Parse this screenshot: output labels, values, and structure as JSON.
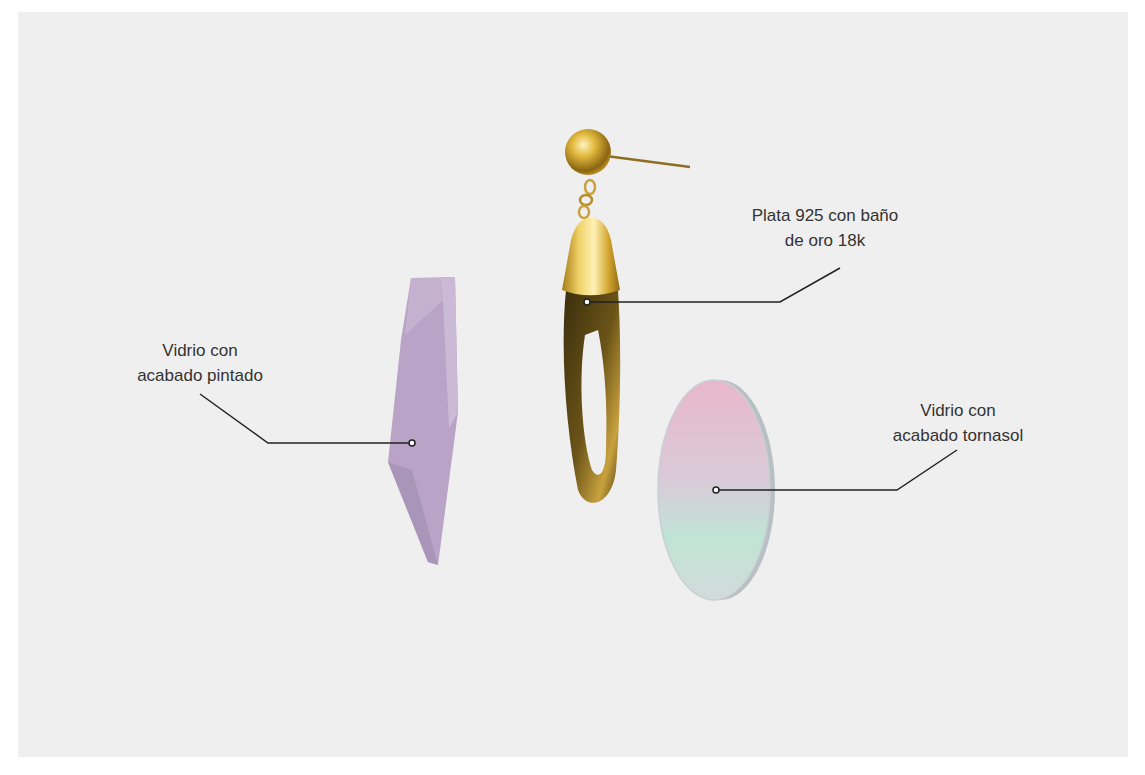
{
  "diagram": {
    "labels": [
      "Plata 925 con baño de oro 18k",
      "Vidrio con acabado pintado",
      "Vidrio con acabado tornasol"
    ]
  }
}
